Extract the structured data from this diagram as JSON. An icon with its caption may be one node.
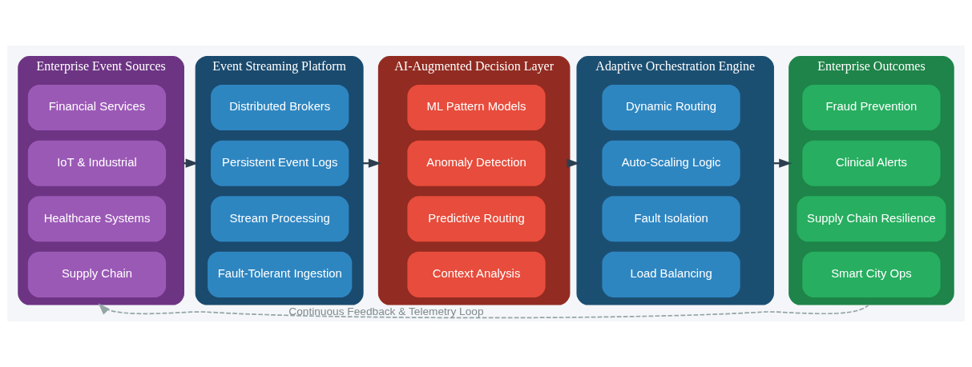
{
  "diagram": {
    "nodes": [
      {
        "text": [
          "Enterprise Event Sources"
        ]
      },
      {
        "text": [
          "Financial Services"
        ],
        "in": 0
      },
      {
        "text": [
          "IoT & Industrial"
        ],
        "in": 0
      },
      {
        "text": [
          "Healthcare Systems"
        ],
        "in": 0
      },
      {
        "text": [
          "Supply Chain"
        ],
        "in": 0
      },
      {
        "text": [
          "Event Streaming Platform"
        ]
      },
      {
        "text": [
          "Distributed Brokers"
        ],
        "in": 5
      },
      {
        "text": [
          "Persistent Event Logs"
        ],
        "in": 5
      },
      {
        "text": [
          "Stream Processing"
        ],
        "in": 5
      },
      {
        "text": [
          "Fault-Tolerant Ingestion"
        ],
        "in": 5
      },
      {
        "text": [
          "AI-Augmented Decision Layer"
        ]
      },
      {
        "text": [
          "ML Pattern Models"
        ],
        "in": 10
      },
      {
        "text": [
          "Anomaly Detection"
        ],
        "in": 10
      },
      {
        "text": [
          "Predictive Routing"
        ],
        "in": 10
      },
      {
        "text": [
          "Context Analysis"
        ],
        "in": 10
      },
      {
        "text": [
          "Adaptive Orchestration Engine"
        ]
      },
      {
        "text": [
          "Dynamic Routing"
        ],
        "in": 15
      },
      {
        "text": [
          "Auto-Scaling Logic"
        ],
        "in": 15
      },
      {
        "text": [
          "Fault Isolation"
        ],
        "in": 15
      },
      {
        "text": [
          "Load Balancing"
        ],
        "in": 15
      },
      {
        "text": [
          "Enterprise Outcomes"
        ]
      },
      {
        "text": [
          "Fraud Prevention"
        ],
        "in": 20
      },
      {
        "text": [
          "Clinical Alerts"
        ],
        "in": 20
      },
      {
        "text": [
          "Supply Chain Resilience"
        ],
        "in": 20
      },
      {
        "text": [
          "Smart City Ops"
        ],
        "in": 20
      }
    ],
    "edges": [
      {
        "from": 0,
        "to": 5,
        "arrow": "to"
      },
      {
        "from": 5,
        "to": 10,
        "arrow": "to"
      },
      {
        "from": 10,
        "to": 15,
        "arrow": "to"
      },
      {
        "from": 15,
        "to": 20,
        "arrow": "to"
      },
      {
        "from": 20,
        "to": 0,
        "arrow": "to",
        "label": "Continuous Feedback & Telemetry Loop",
        "style": "dashed",
        "color": "#95a5a6"
      }
    ]
  }
}
